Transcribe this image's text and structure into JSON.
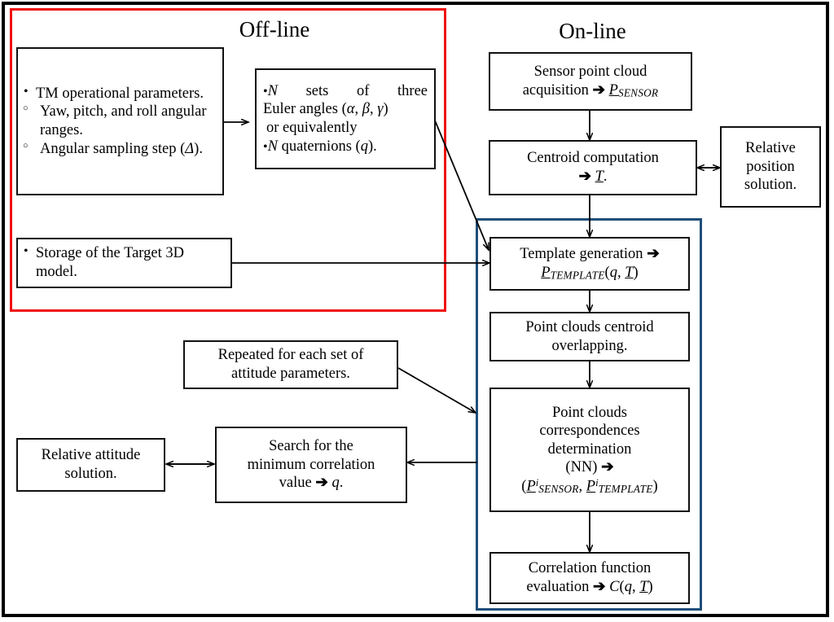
{
  "diagram": {
    "title_offline": "Off-line",
    "title_online": "On-line",
    "colors": {
      "offline_frame": "#EE1111",
      "online_frame": "#1F4E79",
      "outer_frame": "#000000",
      "node_border": "#111111",
      "background": "#FFFFFF"
    }
  },
  "offline": {
    "tm_params": {
      "bullet1": "TM operational parameters.",
      "sub1": "Yaw, pitch, and roll angular ranges.",
      "sub2_pre": "Angular sampling step (",
      "sub2_sym": "Δ",
      "sub2_post": ")."
    },
    "euler": {
      "line1": "N  sets  of  three",
      "line1_sym": "N",
      "line1_rest": "sets of three",
      "line2_pre": "Euler angles (",
      "line2_a": "α",
      "line2_b": "β",
      "line2_g": "γ",
      "line2_post": ")",
      "line3": "or  equivalently",
      "line4_sym": "N",
      "line4_pre": "quaternions (",
      "line4_q": "q",
      "line4_post": ")."
    },
    "storage": {
      "bullet1": "Storage of the Target 3D model."
    }
  },
  "online": {
    "sensor_acq": {
      "line1": "Sensor point cloud",
      "line2_pre": "acquisition",
      "line2_arrow": "➔",
      "line2_sym": "P",
      "line2_sub": "SENSOR"
    },
    "centroid": {
      "line1": "Centroid computation",
      "line2_arrow": "➔",
      "line2_sym": "T",
      "line2_post": "."
    },
    "relative_position": {
      "line1": "Relative",
      "line2": "position",
      "line3": "solution."
    },
    "template_gen": {
      "line1": "Template generation",
      "line1_arrow": "➔",
      "line2_sym": "P",
      "line2_sub": "TEMPLATE",
      "line2_args_open": "(",
      "line2_q": "q",
      "line2_comma": ", ",
      "line2_t": "T",
      "line2_args_close": ")"
    },
    "overlap": {
      "line1": "Point clouds centroid",
      "line2": "overlapping."
    },
    "correspondences": {
      "line1": "Point clouds",
      "line2": "correspondences",
      "line3": "determination",
      "line4": "(NN)",
      "line4_arrow": "➔",
      "line5_open": "(",
      "line5_p1": "P",
      "line5_p1_sup": "i",
      "line5_p1_sub": "SENSOR",
      "line5_comma": ",",
      "line5_p2": "P",
      "line5_p2_sup": "i",
      "line5_p2_sub": "TEMPLATE",
      "line5_close": ")"
    },
    "correlation": {
      "line1": "Correlation function",
      "line2_pre": "evaluation",
      "line2_arrow": "➔",
      "line2_c": "C",
      "line2_open": "(",
      "line2_q": "q",
      "line2_comma": ", ",
      "line2_t": "T",
      "line2_close": ")"
    }
  },
  "shared": {
    "repeated": {
      "line1": "Repeated for each set of",
      "line2": "attitude parameters."
    },
    "search_min": {
      "line1": "Search for the",
      "line2": "minimum correlation",
      "line3_pre": "value",
      "line3_arrow": "➔",
      "line3_q": "q",
      "line3_post": "."
    },
    "relative_attitude": {
      "line1": "Relative attitude",
      "line2": "solution."
    }
  }
}
